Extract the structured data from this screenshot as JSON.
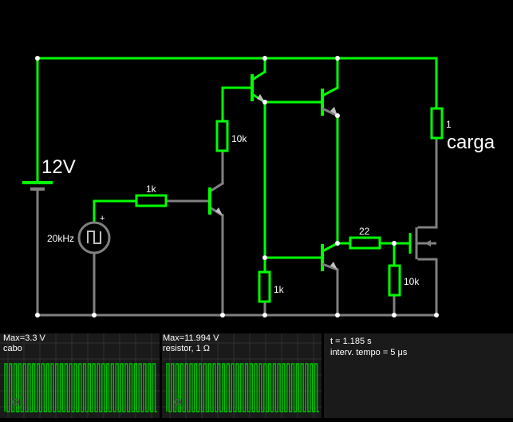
{
  "colors": {
    "wire_active": "#00ff00",
    "wire_idle": "#808080",
    "background": "#000000",
    "text": "#ffffff",
    "scope_bg": "#1a1a1a",
    "scope_grid": "#303030",
    "scope_trace": "#00c000"
  },
  "circuit": {
    "supply_label": "12V",
    "source_label": "20kHz",
    "source_polarity": "+",
    "r_input_label": "1k",
    "r_pullup_label": "10k",
    "r_load_label": "1",
    "load_name": "carga",
    "r_emitter_label": "1k",
    "r_gate_label": "22",
    "r_gate_pulldown_label": "10k"
  },
  "scopes": [
    {
      "max_label": "Max=3.3 V",
      "name_label": "cabo",
      "icon": "gear-icon"
    },
    {
      "max_label": "Max=11.994 V",
      "name_label": "resistor, 1 Ω",
      "icon": "gear-icon"
    }
  ],
  "status": {
    "time_label": "t = 1.185 s",
    "timestep_label": "interv. tempo = 5 μs"
  }
}
